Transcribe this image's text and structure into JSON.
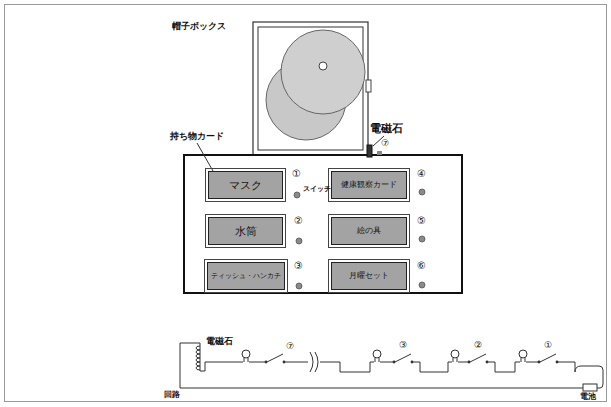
{
  "diagram": {
    "nodes": [
      {
        "text": [
          "マスク"
        ]
      },
      {
        "text": [
          "健康観察カード"
        ]
      },
      {
        "text": [
          "水筒"
        ]
      },
      {
        "text": [
          "絵の具"
        ]
      },
      {
        "text": [
          "ティッシュ・ハンカチ"
        ]
      },
      {
        "text": [
          "月曜セット"
        ]
      }
    ],
    "labels": [
      "帽子ボックス",
      "持ち物カード",
      "電磁石",
      "⑦",
      "①",
      "スイッチ",
      "②",
      "③",
      "④",
      "⑤",
      "⑥",
      "電磁石",
      "⑦",
      "③",
      "②",
      "①",
      "回路",
      "電池"
    ]
  }
}
